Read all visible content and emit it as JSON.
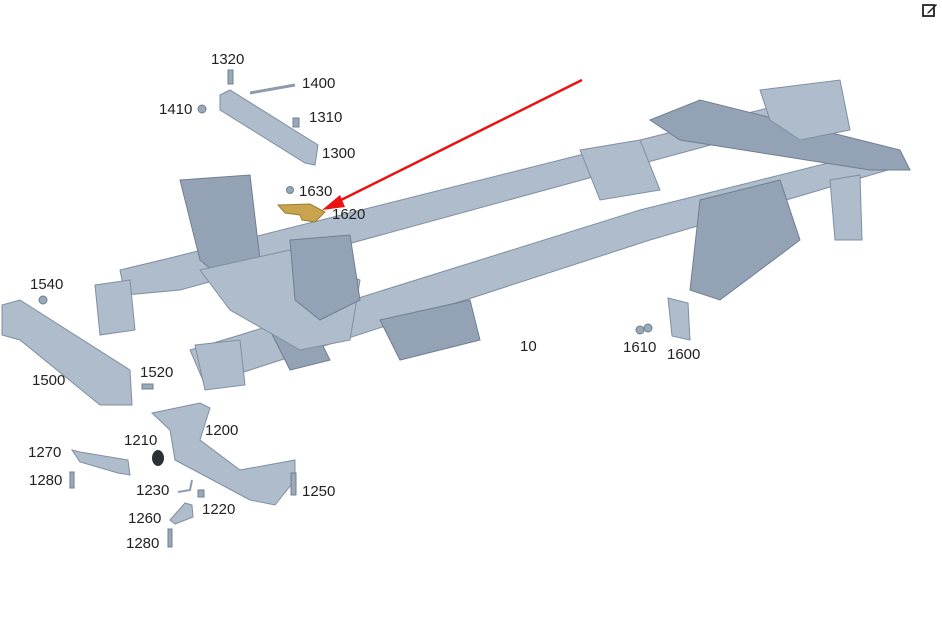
{
  "toolbar": {
    "edit_icon": "edit-icon"
  },
  "highlight_color": "#c8a44e",
  "arrow_color": "#ee1111",
  "labels": {
    "p1320": "1320",
    "p1400": "1400",
    "p1410": "1410",
    "p1310": "1310",
    "p1300": "1300",
    "p1630": "1630",
    "p1620": "1620",
    "p1540": "1540",
    "p1500": "1500",
    "p1520": "1520",
    "p10": "10",
    "p1610": "1610",
    "p1600": "1600",
    "p1200": "1200",
    "p1210": "1210",
    "p1270": "1270",
    "p1280a": "1280",
    "p1230": "1230",
    "p1220": "1220",
    "p1250": "1250",
    "p1260": "1260",
    "p1280b": "1280"
  }
}
